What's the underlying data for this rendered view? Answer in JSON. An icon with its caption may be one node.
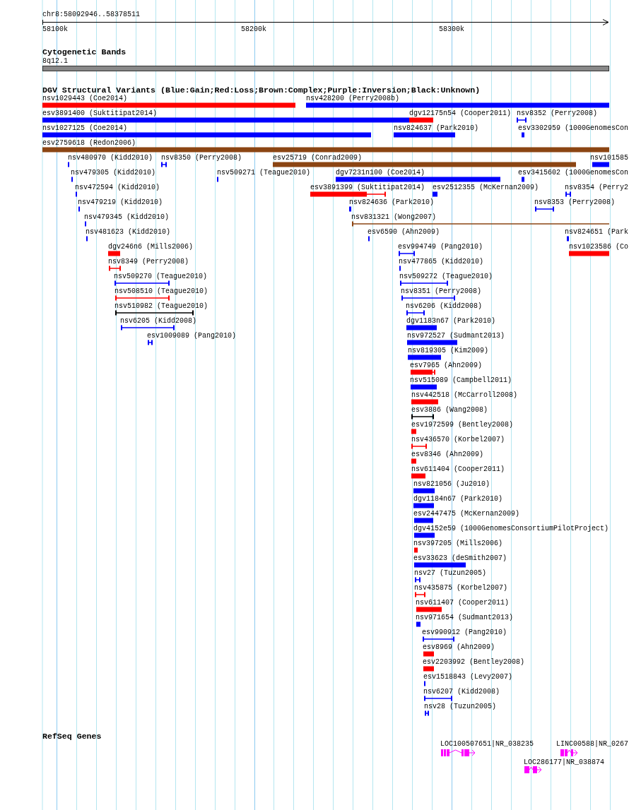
{
  "diagram": {
    "title": "chr8:58092946..58378511",
    "labels": [
      "58100k",
      "58200k",
      "58300k",
      "Cytogenetic Bands",
      "8q12.1",
      "DGV Structural Variants (Blue:Gain;Red:Loss;Brown:Complex;Purple:Inversion;Black:Unknown)",
      "nsv1029443 (Coe2014)",
      "nsv428200 (Perry2008b)",
      "esv3891400 (Suktitipat2014)",
      "dgv12175n54 (Cooper2011)",
      "nsv8352 (Perry2008)",
      "nsv1027125 (Coe2014)",
      "nsv824637 (Park2010)",
      "esv3302959 (1000GenomesCon",
      "esv2759618 (Redon2006)",
      "nsv480970 (Kidd2010)",
      "nsv8350 (Perry2008)",
      "esv25719 (Conrad2009)",
      "nsv101585",
      "nsv479305 (Kidd2010)",
      "nsv509271 (Teague2010)",
      "dgv7231n100 (Coe2014)",
      "esv3415602 (1000GenomesCon",
      "nsv472594 (Kidd2010)",
      "esv3891399 (Suktitipat2014)",
      "esv2512355 (McKernan2009)",
      "nsv8354 (Perry2",
      "nsv479219 (Kidd2010)",
      "nsv824636 (Park2010)",
      "nsv8353 (Perry2008)",
      "nsv479345 (Kidd2010)",
      "nsv831321 (Wong2007)",
      "nsv481623 (Kidd2010)",
      "esv6590 (Ahn2009)",
      "nsv824651 (Park",
      "dgv246n6 (Mills2006)",
      "esv994749 (Pang2010)",
      "nsv1023586 (Co",
      "nsv8349 (Perry2008)",
      "nsv477865 (Kidd2010)",
      "nsv509270 (Teague2010)",
      "nsv509272 (Teague2010)",
      "nsv508510 (Teague2010)",
      "nsv8351 (Perry2008)",
      "nsv510982 (Teague2010)",
      "nsv6206 (Kidd2008)",
      "nsv6205 (Kidd2008)",
      "dgv1183n67 (Park2010)",
      "esv1009089 (Pang2010)",
      "nsv972527 (Sudmant2013)",
      "nsv819305 (Kim2009)",
      "esv7965 (Ahn2009)",
      "nsv515089 (Campbell2011)",
      "nsv442518 (McCarroll2008)",
      "esv3886 (Wang2008)",
      "esv1972599 (Bentley2008)",
      "nsv436570 (Korbel2007)",
      "esv8346 (Ahn2009)",
      "nsv611404 (Cooper2011)",
      "nsv821056 (Ju2010)",
      "dgv1184n67 (Park2010)",
      "esv2447475 (McKernan2009)",
      "dgv4152e59 (1000GenomesConsortiumPilotProject)",
      "nsv397205 (Mills2006)",
      "esv33623 (deSmith2007)",
      "nsv27 (Tuzun2005)",
      "nsv435875 (Korbel2007)",
      "nsv611407 (Cooper2011)",
      "nsv971654 (Sudmant2013)",
      "esv990912 (Pang2010)",
      "esv8969 (Ahn2009)",
      "esv2203992 (Bentley2008)",
      "esv1518843 (Levy2007)",
      "nsv6207 (Kidd2008)",
      "nsv28 (Tuzun2005)",
      "RefSeq Genes",
      "LOC100507651|NR_038235",
      "LINC00588|NR_0267",
      "LOC286177|NR_038874"
    ]
  }
}
